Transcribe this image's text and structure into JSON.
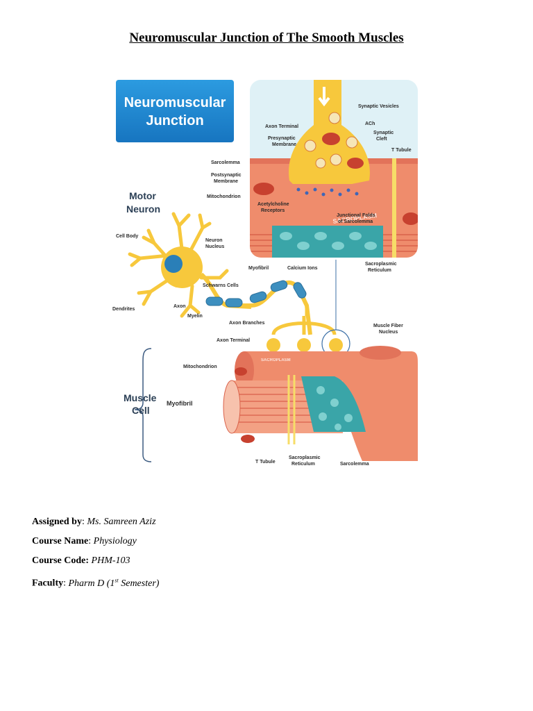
{
  "title": "Neuromuscular Junction of The Smooth Muscles",
  "figure": {
    "banner": [
      "Neuromuscular",
      "Junction"
    ],
    "motor_neuron": [
      "Motor",
      "Neuron"
    ],
    "muscle_cell": [
      "Muscle",
      "Cell"
    ],
    "sacroplasm": "SACROPLASM",
    "sacroplasm_small": "SACROPLASM",
    "labels": {
      "synaptic_vesicles": "Synaptic Vesicles",
      "axon_terminal_top": "Axon Terminal",
      "ach": "ACh",
      "presynaptic_membrane": [
        "Presynaptic",
        "Membrane"
      ],
      "synaptic_cleft": [
        "Synaptic",
        "Cleft"
      ],
      "t_tubule_top": "T Tubule",
      "sarcolemma_top": "Sarcolemma",
      "postsynaptic_membrane": [
        "Postsynaptic",
        "Membrane"
      ],
      "mitochondrion_top": "Mitochondrion",
      "acetylcholine_receptors": [
        "Acetylcholine",
        "Receptors"
      ],
      "junctional_folds": [
        "Junctional Folds",
        "of Sarcolemma"
      ],
      "myofibril_top": "Myofibril",
      "calcium_ions": "Calcium Ions",
      "sacroplasmic_reticulum_top": [
        "Sacroplasmic",
        "Reticulum"
      ],
      "cell_body": "Cell Body",
      "neuron_nucleus": [
        "Neuron",
        "Nucleus"
      ],
      "dendrites": "Dendrites",
      "axon": "Axon",
      "schwanns_cells": "Schwarns Cells",
      "myelin": "Myelin",
      "axon_branches": "Axon Branches",
      "axon_terminal_bottom": "Axon Terminal",
      "muscle_fiber_nucleus": [
        "Muscle Fiber",
        "Nucleus"
      ],
      "mitochondrion_bottom": "Mitochondrion",
      "myofibril_bottom": "Myofibril",
      "t_tubule_bottom": "T Tubule",
      "sacroplasmic_reticulum_bottom": [
        "Sacroplasmic",
        "Reticulum"
      ],
      "sarcolemma_bottom": "Sarcolemma"
    }
  },
  "info": {
    "assigned_by_label": "Assigned by",
    "assigned_by_value": "Ms. Samreen Aziz",
    "course_name_label": "Course Name",
    "course_name_value": "Physiology",
    "course_code_label": "Course Code:",
    "course_code_value": "PHM-103",
    "faculty_label": "Faculty",
    "faculty_value_pre": "Pharm D (1",
    "faculty_value_sup": "st",
    "faculty_value_post": " Semester)"
  },
  "colors": {
    "banner_blue": "#1e88d2",
    "inset_bg": "#dff1f6",
    "axon_yellow": "#f7c83c",
    "muscle_salmon": "#ef8c6c",
    "reticulum_teal": "#3aa5a8",
    "myelin_blue": "#3d8fbf"
  }
}
